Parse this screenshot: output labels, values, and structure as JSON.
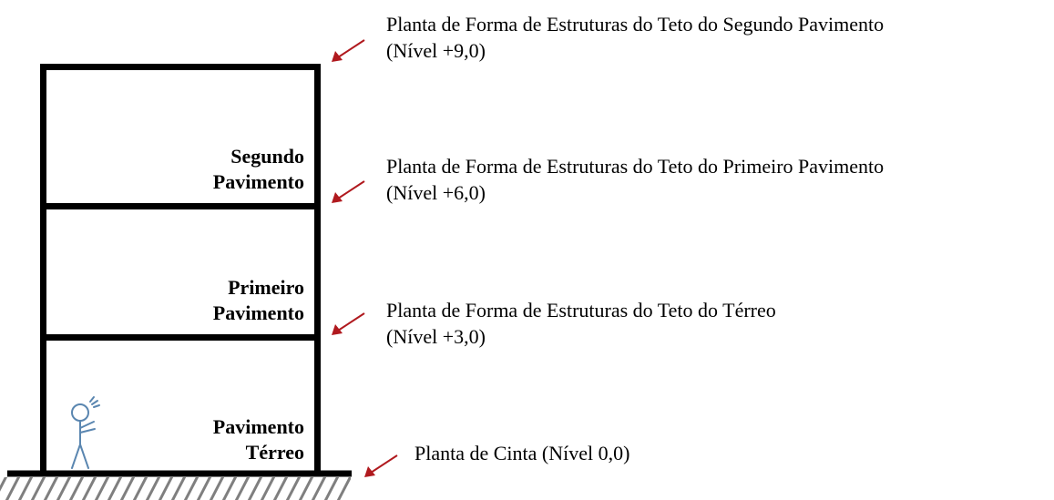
{
  "floors": [
    {
      "id": "segundo",
      "line1": "Segundo",
      "line2": "Pavimento"
    },
    {
      "id": "primeiro",
      "line1": "Primeiro",
      "line2": "Pavimento"
    },
    {
      "id": "terreo",
      "line1": "Pavimento",
      "line2": "Térreo"
    }
  ],
  "levels": [
    {
      "id": "teto-segundo",
      "name": "Planta de Forma de Estruturas do Teto do Segundo Pavimento",
      "level": "(Nível +9,0)"
    },
    {
      "id": "teto-primeiro",
      "name": "Planta de Forma de Estruturas do Teto do Primeiro Pavimento",
      "level": "(Nível +6,0)"
    },
    {
      "id": "teto-terreo",
      "name": "Planta de Forma de Estruturas do Teto do Térreo",
      "level": "(Nível +3,0)"
    },
    {
      "id": "cinta",
      "name": "Planta de Cinta (Nível 0,0)"
    }
  ],
  "colors": {
    "structure": "#000000",
    "arrow": "#b0191e",
    "hatch": "#7f7f7f",
    "person": "#5a86b0"
  },
  "icons": {
    "person": "person-icon",
    "arrow": "arrow-icon"
  }
}
